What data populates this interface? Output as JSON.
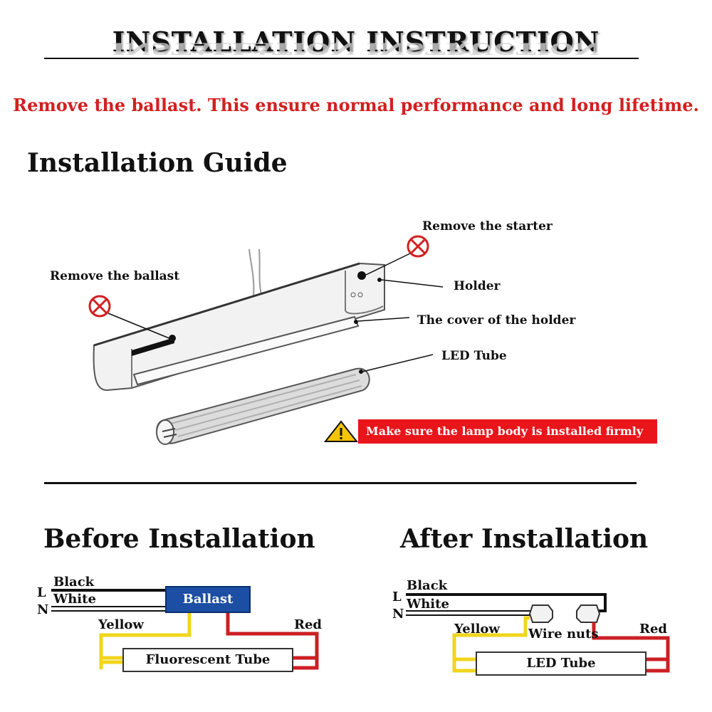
{
  "header": {
    "title": "INSTALLATION INSTRUCTION",
    "notice": "Remove the ballast. This ensure normal performance and long lifetime."
  },
  "guide": {
    "heading": "Installation Guide",
    "labels": {
      "starter": "Remove the starter",
      "ballast": "Remove the ballast",
      "holder": "Holder",
      "cover": "The cover of the holder",
      "tube": "LED Tube"
    },
    "warning": "Make sure the lamp body is installed firmly"
  },
  "before": {
    "heading": "Before Installation",
    "L": "L",
    "N": "N",
    "black": "Black",
    "white": "White",
    "ballast": "Ballast",
    "yellow": "Yellow",
    "red": "Red",
    "tube": "Fluorescent Tube"
  },
  "after": {
    "heading": "After Installation",
    "L": "L",
    "N": "N",
    "black": "Black",
    "white": "White",
    "yellow": "Yellow",
    "wirenuts": "Wire nuts",
    "red": "Red",
    "tube": "LED Tube"
  },
  "colors": {
    "notice_red": "#d21f1f",
    "warning_red": "#e8161b",
    "ballast_blue": "#1c4fa3",
    "wire_yellow": "#f1d51c",
    "wire_red": "#cc1f24",
    "wire_black": "#111111"
  }
}
